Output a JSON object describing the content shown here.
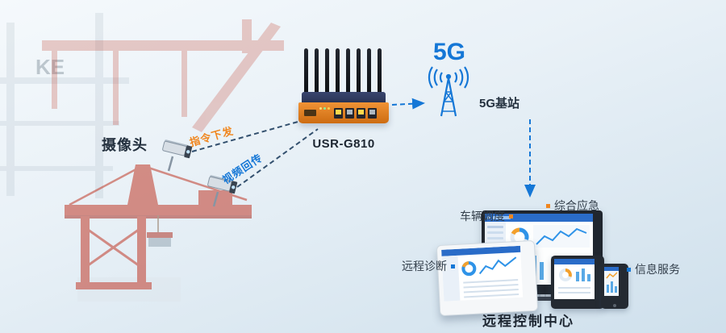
{
  "scene": {
    "camera_label": "摄像头",
    "link_command": "指令下发",
    "link_video": "视频回传",
    "router_model": "USR-G810",
    "network": "5G",
    "base_station": "5G基站",
    "control_center": "远程控制中心",
    "watermark": "KE"
  },
  "features": {
    "vehicle": "车辆调度",
    "emergency": "综合应急",
    "diagnosis": "远程诊断",
    "info": "信息服务"
  },
  "colors": {
    "accent_blue": "#1577d6",
    "accent_orange": "#f0861e",
    "crane_red": "#c03928",
    "router_navy": "#2b3556",
    "router_orange": "#e2751f",
    "text_dark": "#24313f",
    "background_top": "#f5f9fc",
    "background_bottom": "#cfe0ec"
  }
}
